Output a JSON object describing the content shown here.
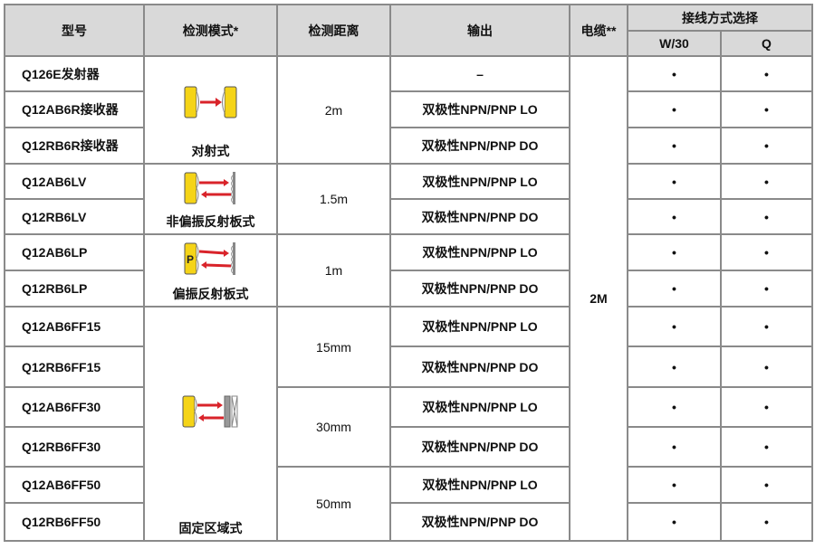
{
  "headers": {
    "model": "型号",
    "mode": "检测模式*",
    "distance": "检测距离",
    "output": "输出",
    "cable": "电缆**",
    "wiring": "接线方式选择",
    "w30": "W/30",
    "q": "Q"
  },
  "modes": {
    "opposed": "对射式",
    "nonpolar": "非偏振反射板式",
    "polar": "偏振反射板式",
    "fixed": "固定区域式"
  },
  "polar_icon_letter": "P",
  "cable": "2M",
  "bullet": "•",
  "rows": [
    {
      "model": "Q126E发射器",
      "distance": "2m",
      "output": "–"
    },
    {
      "model": "Q12AB6R接收器",
      "output": "双极性NPN/PNP LO"
    },
    {
      "model": "Q12RB6R接收器",
      "output": "双极性NPN/PNP DO"
    },
    {
      "model": "Q12AB6LV",
      "distance": "1.5m",
      "output": "双极性NPN/PNP LO"
    },
    {
      "model": "Q12RB6LV",
      "output": "双极性NPN/PNP DO"
    },
    {
      "model": "Q12AB6LP",
      "distance": "1m",
      "output": "双极性NPN/PNP LO"
    },
    {
      "model": "Q12RB6LP",
      "output": "双极性NPN/PNP DO"
    },
    {
      "model": "Q12AB6FF15",
      "distance": "15mm",
      "output": "双极性NPN/PNP LO"
    },
    {
      "model": "Q12RB6FF15",
      "output": "双极性NPN/PNP DO"
    },
    {
      "model": "Q12AB6FF30",
      "distance": "30mm",
      "output": "双极性NPN/PNP LO"
    },
    {
      "model": "Q12RB6FF30",
      "output": "双极性NPN/PNP DO"
    },
    {
      "model": "Q12AB6FF50",
      "distance": "50mm",
      "output": "双极性NPN/PNP LO"
    },
    {
      "model": "Q12RB6FF50",
      "output": "双极性NPN/PNP DO"
    }
  ],
  "colors": {
    "header_bg": "#d9d9d9",
    "sensor": "#f5d417",
    "beam": "#d9232a"
  }
}
